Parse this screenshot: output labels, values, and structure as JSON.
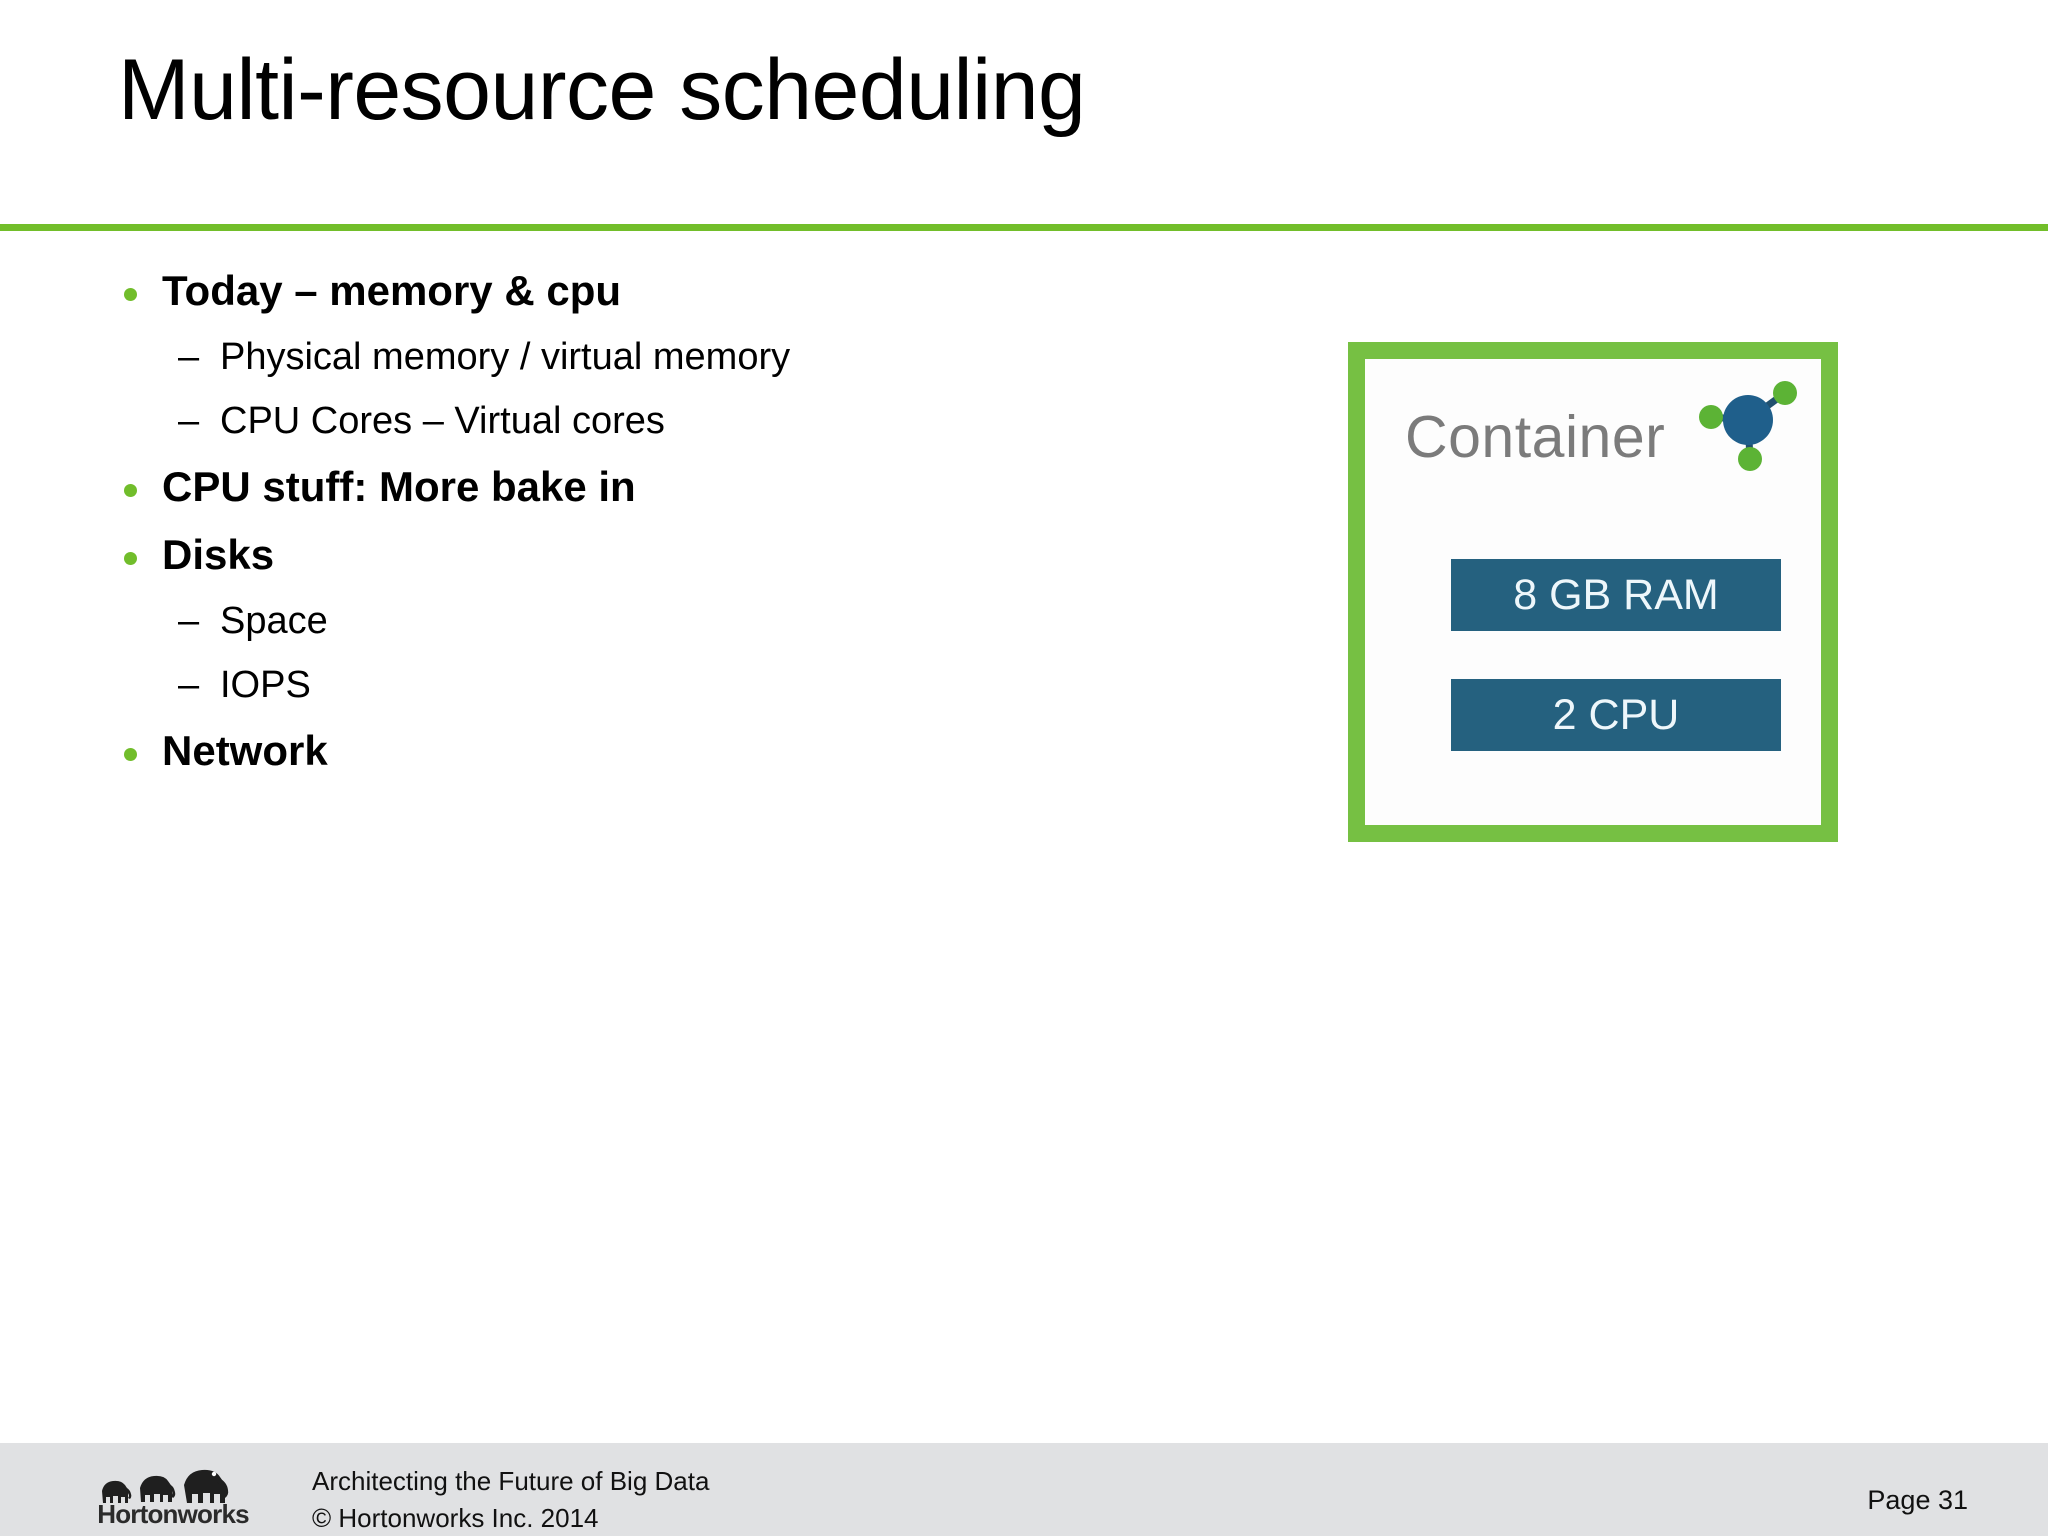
{
  "slide": {
    "title": "Multi-resource scheduling",
    "accent_green": "#72be2a",
    "bullet_green": "#71bd2b"
  },
  "body": {
    "items": [
      {
        "level": 1,
        "text": "Today – memory & cpu"
      },
      {
        "level": 2,
        "dash": "–",
        "text": "Physical memory / virtual memory"
      },
      {
        "level": 2,
        "dash": "–",
        "text": "CPU Cores – Virtual cores"
      },
      {
        "level": 1,
        "text": "CPU stuff: More bake in"
      },
      {
        "level": 1,
        "text": "Disks"
      },
      {
        "level": 2,
        "dash": "–",
        "text": "Space"
      },
      {
        "level": 2,
        "dash": "–",
        "text": "IOPS"
      },
      {
        "level": 1,
        "text": "Network"
      }
    ]
  },
  "container_graphic": {
    "label": "Container",
    "border_color": "#76c043",
    "bar_color": "#25617f",
    "icon": "molecule-icon",
    "icon_center_color": "#1f5f8b",
    "icon_node_color": "#5cb335",
    "resources": [
      {
        "name": "ram-bar",
        "label": "8 GB RAM"
      },
      {
        "name": "cpu-bar",
        "label": "2 CPU"
      }
    ]
  },
  "footer": {
    "logo_wordmark": "Hortonworks",
    "tagline": "Architecting the Future of Big Data",
    "copyright": "© Hortonworks Inc. 2014",
    "page_label": "Page 31",
    "background": "#e0e1e3"
  }
}
